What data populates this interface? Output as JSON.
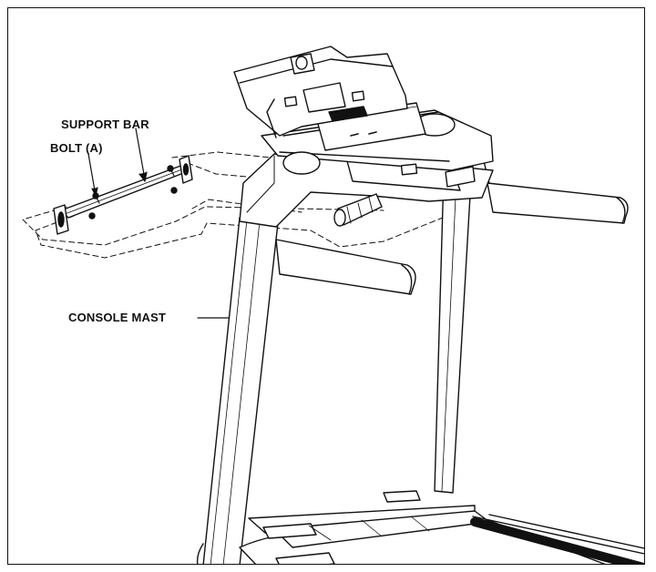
{
  "labels": {
    "support_bar": "SUPPORT BAR",
    "bolt_a": "BOLT (A)",
    "console_mast": "CONSOLE MAST"
  }
}
